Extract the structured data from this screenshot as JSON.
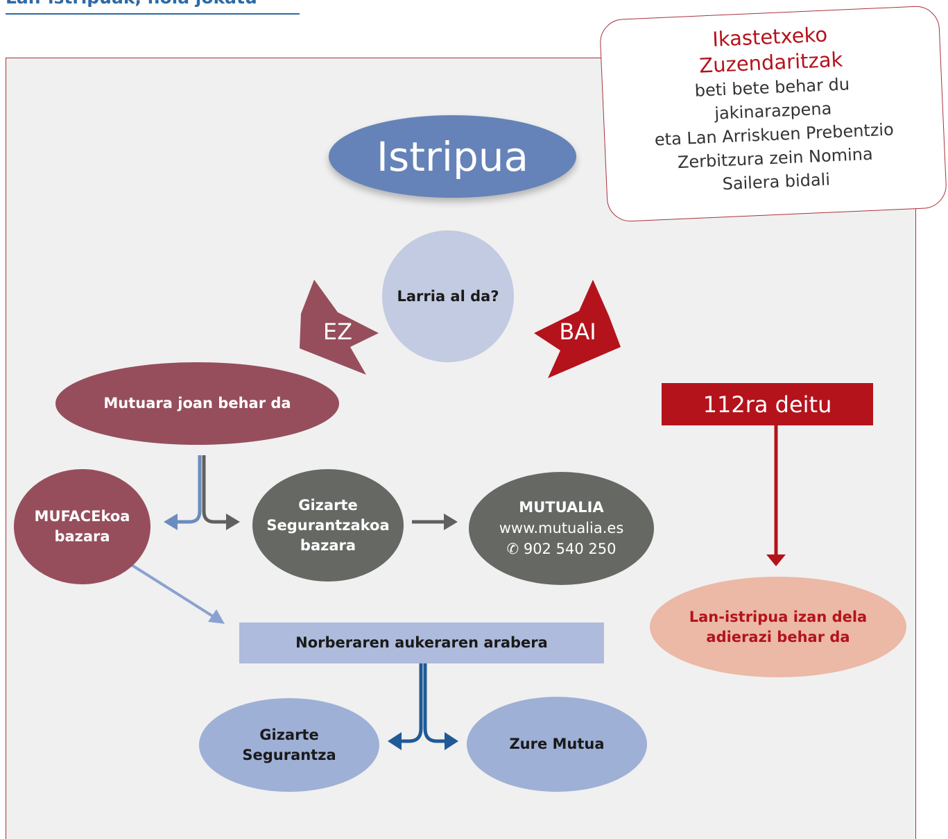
{
  "header": {
    "title": "Lan-istripuak, nola jokatu"
  },
  "note": {
    "title_lines": [
      "Ikastetxeko",
      "Zuzendaritzak"
    ],
    "body_lines": [
      "beti bete behar du",
      "jakinarazpena",
      "eta Lan Arriskuen Prebentzio",
      "Zerbitzura zein Nomina",
      "Sailera bidali"
    ]
  },
  "nodes": {
    "istripua": "Istripua",
    "question": "Larria al da?",
    "no_label": "EZ",
    "yes_label": "BAI",
    "mutua_go": "Mutuara joan behar da",
    "mufaceko": [
      "MUFACEkoa",
      "bazara"
    ],
    "gizarte_seg": [
      "Gizarte",
      "Segurantzakoa",
      "bazara"
    ],
    "mutualia": [
      "MUTUALIA",
      "www.mutualia.es",
      "✆ 902 540 250"
    ],
    "call112": "112ra deitu",
    "report": [
      "Lan-istripua izan dela",
      "adierazi behar da"
    ],
    "choice": "Norberaren aukeraren arabera",
    "gizarte_segurantza": [
      "Gizarte",
      "Segurantza"
    ],
    "zure_mutua": "Zure Mutua"
  },
  "colors": {
    "accent_blue": "#2e6aa5",
    "frame_border": "#a8323a",
    "istripua_fill": "#6583b8",
    "question_fill": "#c3cbe2",
    "no_fill": "#964e5c",
    "yes_fill": "#b4131c",
    "grey_node": "#666864",
    "report_fill": "#ebb9a6",
    "report_text": "#b4131c",
    "choice_fill": "#aebbdc",
    "light_blue_node": "#9fb0d6"
  }
}
